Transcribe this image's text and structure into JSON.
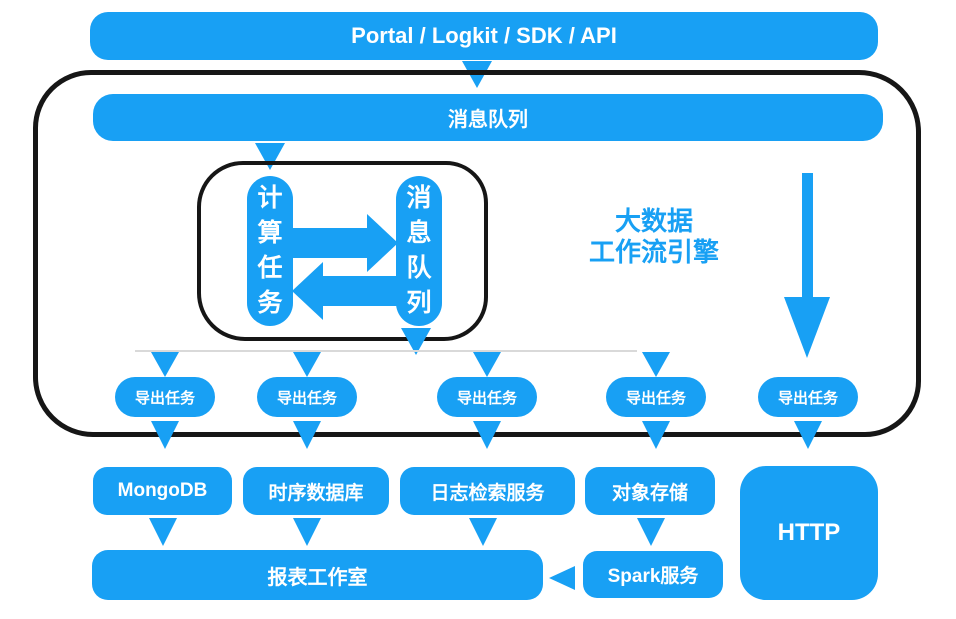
{
  "colors": {
    "primary": "#18a0f4",
    "outline": "#161616",
    "connector_line": "#d9d9d9",
    "label_on_primary": "#ffffff"
  },
  "top_bar": {
    "label": "Portal / Logkit / SDK / API"
  },
  "engine": {
    "queue_bar_label": "消息队列",
    "title_line1": "大数据",
    "title_line2": "工作流引擎",
    "loop": {
      "compute_task": {
        "label": "计算任务",
        "chars": [
          "计",
          "算",
          "任",
          "务"
        ]
      },
      "message_queue": {
        "label": "消息队列",
        "chars": [
          "消",
          "息",
          "队",
          "列"
        ]
      }
    },
    "export_tasks": [
      {
        "label": "导出任务"
      },
      {
        "label": "导出任务"
      },
      {
        "label": "导出任务"
      },
      {
        "label": "导出任务"
      },
      {
        "label": "导出任务"
      }
    ]
  },
  "storage_row": {
    "mongodb": "MongoDB",
    "time_series_db": "时序数据库",
    "log_search": "日志检索服务",
    "object_storage": "对象存储",
    "http": "HTTP"
  },
  "bottom_row": {
    "report_studio": "报表工作室",
    "spark": "Spark服务"
  }
}
